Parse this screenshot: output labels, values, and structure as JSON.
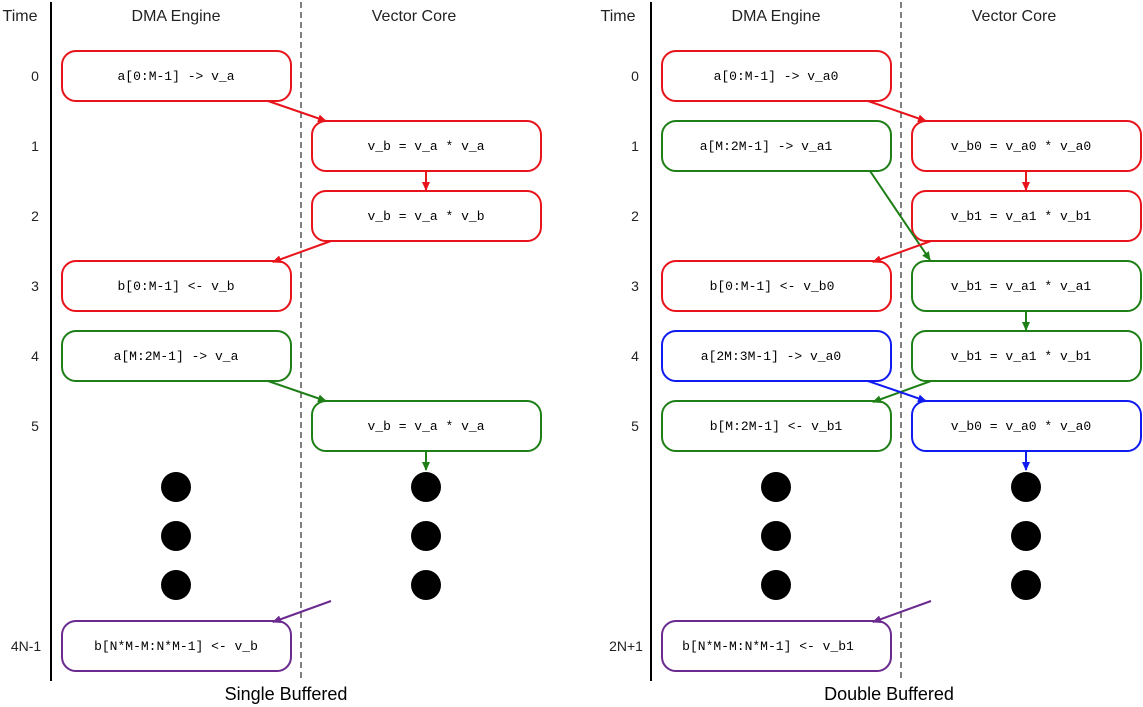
{
  "colors": {
    "red": "#e8141c",
    "green": "#1f7f17",
    "blue": "#0f1bf0",
    "purple": "#6a2a8f",
    "dot": "#000000"
  },
  "panels": [
    {
      "caption": "Single Buffered",
      "headers": {
        "time": "Time",
        "dma": "DMA Engine",
        "vector": "Vector Core"
      },
      "rows": [
        "0",
        "1",
        "2",
        "3",
        "4",
        "5",
        "4N-1"
      ],
      "boxes": [
        {
          "id": "s0",
          "col": "dma",
          "row": 0,
          "color": "red",
          "text": "a[0:M-1] -> v_a"
        },
        {
          "id": "s1",
          "col": "vector",
          "row": 1,
          "color": "red",
          "text": "v_b = v_a * v_a"
        },
        {
          "id": "s2",
          "col": "vector",
          "row": 2,
          "color": "red",
          "text": "v_b = v_a * v_b"
        },
        {
          "id": "s3",
          "col": "dma",
          "row": 3,
          "color": "red",
          "text": "b[0:M-1] <- v_b"
        },
        {
          "id": "s4",
          "col": "dma",
          "row": 4,
          "color": "green",
          "text": "a[M:2M-1] -> v_a"
        },
        {
          "id": "s5",
          "col": "vector",
          "row": 5,
          "color": "green",
          "text": "v_b = v_a * v_a"
        },
        {
          "id": "s6",
          "col": "dma",
          "row": 6,
          "color": "purple",
          "text": "b[N*M-M:N*M-1] <- v_b"
        }
      ]
    },
    {
      "caption": "Double Buffered",
      "headers": {
        "time": "Time",
        "dma": "DMA Engine",
        "vector": "Vector Core"
      },
      "rows": [
        "0",
        "1",
        "2",
        "3",
        "4",
        "5",
        "2N+1"
      ],
      "boxes": [
        {
          "id": "d0",
          "col": "dma",
          "row": 0,
          "color": "red",
          "text": "a[0:M-1] -> v_a0"
        },
        {
          "id": "d1",
          "col": "dma",
          "row": 1,
          "color": "green",
          "text": "a[M:2M-1] -> v_a1"
        },
        {
          "id": "d2",
          "col": "vector",
          "row": 1,
          "color": "red",
          "text": "v_b0 = v_a0 * v_a0"
        },
        {
          "id": "d3",
          "col": "vector",
          "row": 2,
          "color": "red",
          "text": "v_b1 = v_a1 * v_b1"
        },
        {
          "id": "d4",
          "col": "dma",
          "row": 3,
          "color": "red",
          "text": "b[0:M-1] <- v_b0"
        },
        {
          "id": "d5",
          "col": "vector",
          "row": 3,
          "color": "green",
          "text": "v_b1 = v_a1 * v_a1"
        },
        {
          "id": "d6",
          "col": "dma",
          "row": 4,
          "color": "blue",
          "text": "a[2M:3M-1] -> v_a0"
        },
        {
          "id": "d7",
          "col": "vector",
          "row": 4,
          "color": "green",
          "text": "v_b1 = v_a1 * v_b1"
        },
        {
          "id": "d8",
          "col": "dma",
          "row": 5,
          "color": "green",
          "text": "b[M:2M-1] <- v_b1"
        },
        {
          "id": "d9",
          "col": "vector",
          "row": 5,
          "color": "blue",
          "text": "v_b0 = v_a0 * v_a0"
        },
        {
          "id": "d10",
          "col": "dma",
          "row": 6,
          "color": "purple",
          "text": "b[N*M-M:N*M-1] <- v_b1"
        }
      ]
    }
  ]
}
